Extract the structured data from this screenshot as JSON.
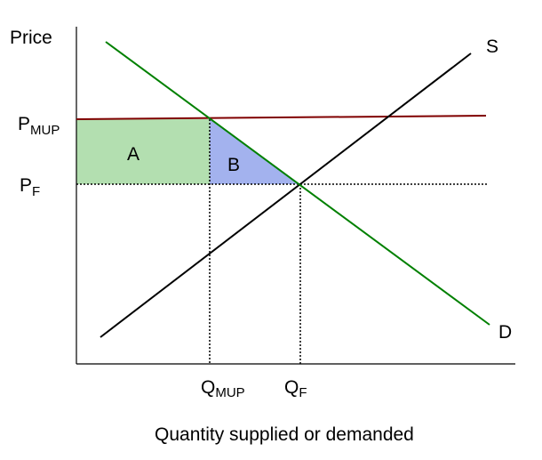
{
  "labels": {
    "y_axis": "Price",
    "x_axis": "Quantity supplied or demanded",
    "supply": "S",
    "demand": "D",
    "area_a": "A",
    "area_b": "B"
  },
  "price_levels": {
    "p_mup": {
      "main": "P",
      "sub": "MUP"
    },
    "p_f": {
      "main": "P",
      "sub": "F"
    }
  },
  "quantity_levels": {
    "q_mup": {
      "main": "Q",
      "sub": "MUP"
    },
    "q_f": {
      "main": "Q",
      "sub": "F"
    }
  },
  "colors": {
    "supply_line": "#000000",
    "demand_line": "#008000",
    "mup_line": "#800000",
    "area_a_fill": "#b3dfb0",
    "area_b_fill": "#a3b2ee",
    "axis": "#000000"
  }
}
